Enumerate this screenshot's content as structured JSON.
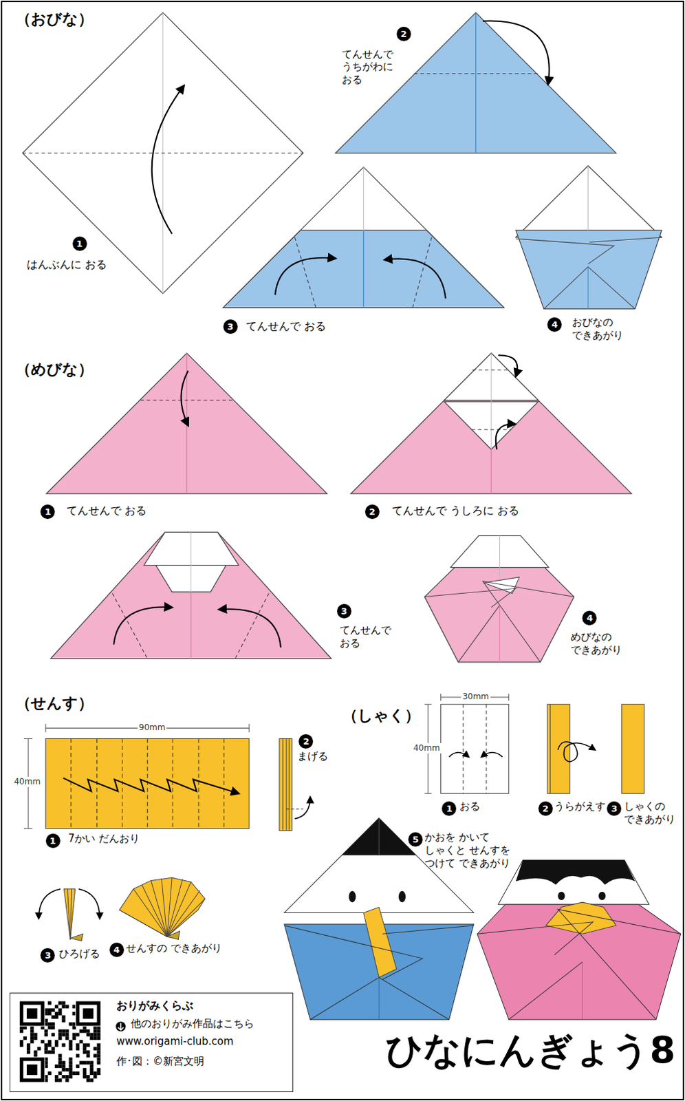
{
  "diagram": {
    "title": "ひなにんぎょう8",
    "nodes": [
      {
        "text": [
          "おりがみくらぶ",
          "他のおりがみ作品はこちら",
          "www.origami-club.com",
          "作･図：©新宮文明"
        ]
      }
    ],
    "edges": [],
    "labels": [
      "（おびな）",
      "1",
      "はんぶんに おる",
      "2",
      "てんせんで うちがわに おる",
      "3",
      "てんせんで おる",
      "4",
      "おびなの できあがり",
      "（めびな）",
      "1",
      "てんせんで おる",
      "2",
      "てんせんで うしろに おる",
      "3",
      "てんせんで おる",
      "4",
      "めびなの できあがり",
      "（せんす）",
      "90mm",
      "40mm",
      "1",
      "7かい だんおり",
      "2",
      "まげる",
      "3",
      "ひろげる",
      "4",
      "せんすの できあがり",
      "（しゃく）",
      "30mm",
      "40mm",
      "1",
      "おる",
      "2",
      "うらがえす",
      "3",
      "しゃくの できあがり",
      "5",
      "かおを かいて しゃくと せんすを つけて できあがり"
    ]
  }
}
